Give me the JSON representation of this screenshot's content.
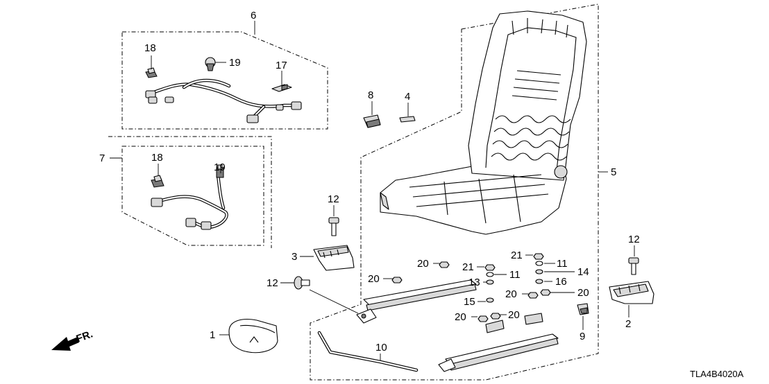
{
  "diagram_code": "TLA4B4020A",
  "direction_label": "FR.",
  "callouts": {
    "p1": "1",
    "p2": "2",
    "p3": "3",
    "p4": "4",
    "p5": "5",
    "p6": "6",
    "p7": "7",
    "p8": "8",
    "p9": "9",
    "p10": "10",
    "p11a": "11",
    "p11b": "11",
    "p12a": "12",
    "p12b": "12",
    "p12c": "12",
    "p13": "13",
    "p14": "14",
    "p15": "15",
    "p16": "16",
    "p17": "17",
    "p18a": "18",
    "p18b": "18",
    "p19a": "19",
    "p19b": "19",
    "p20a": "20",
    "p20b": "20",
    "p20c": "20",
    "p20d": "20",
    "p20e": "20",
    "p20f": "20",
    "p21a": "21",
    "p21b": "21"
  },
  "colors": {
    "line": "#000000",
    "background": "#ffffff",
    "shade": "#d9d9d9"
  }
}
